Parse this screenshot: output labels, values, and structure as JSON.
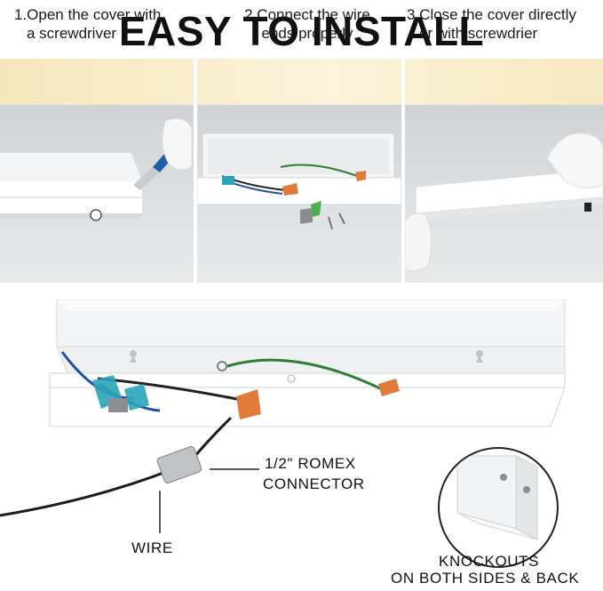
{
  "title": "EASY TO INSTALL",
  "steps": [
    {
      "line1": "1.Open the cover with",
      "line2": "a screwdriver"
    },
    {
      "line1": "2.Connect the wire",
      "line2": "ends properly"
    },
    {
      "line1": "3.Close the cover directly",
      "line2": "or with  screwdrier"
    }
  ],
  "callouts": {
    "romex_line1": "1/2\" ROMEX",
    "romex_line2": "CONNECTOR",
    "wire": "WIRE",
    "knockouts_line1": "KNOCKOUTS",
    "knockouts_line2": "ON BOTH SIDES & BACK"
  },
  "colors": {
    "banner": "#f5e7bb",
    "ground_wire": "#2f7d32",
    "wire_nut": "#e07a3a",
    "connector": "#2aa3b8"
  }
}
